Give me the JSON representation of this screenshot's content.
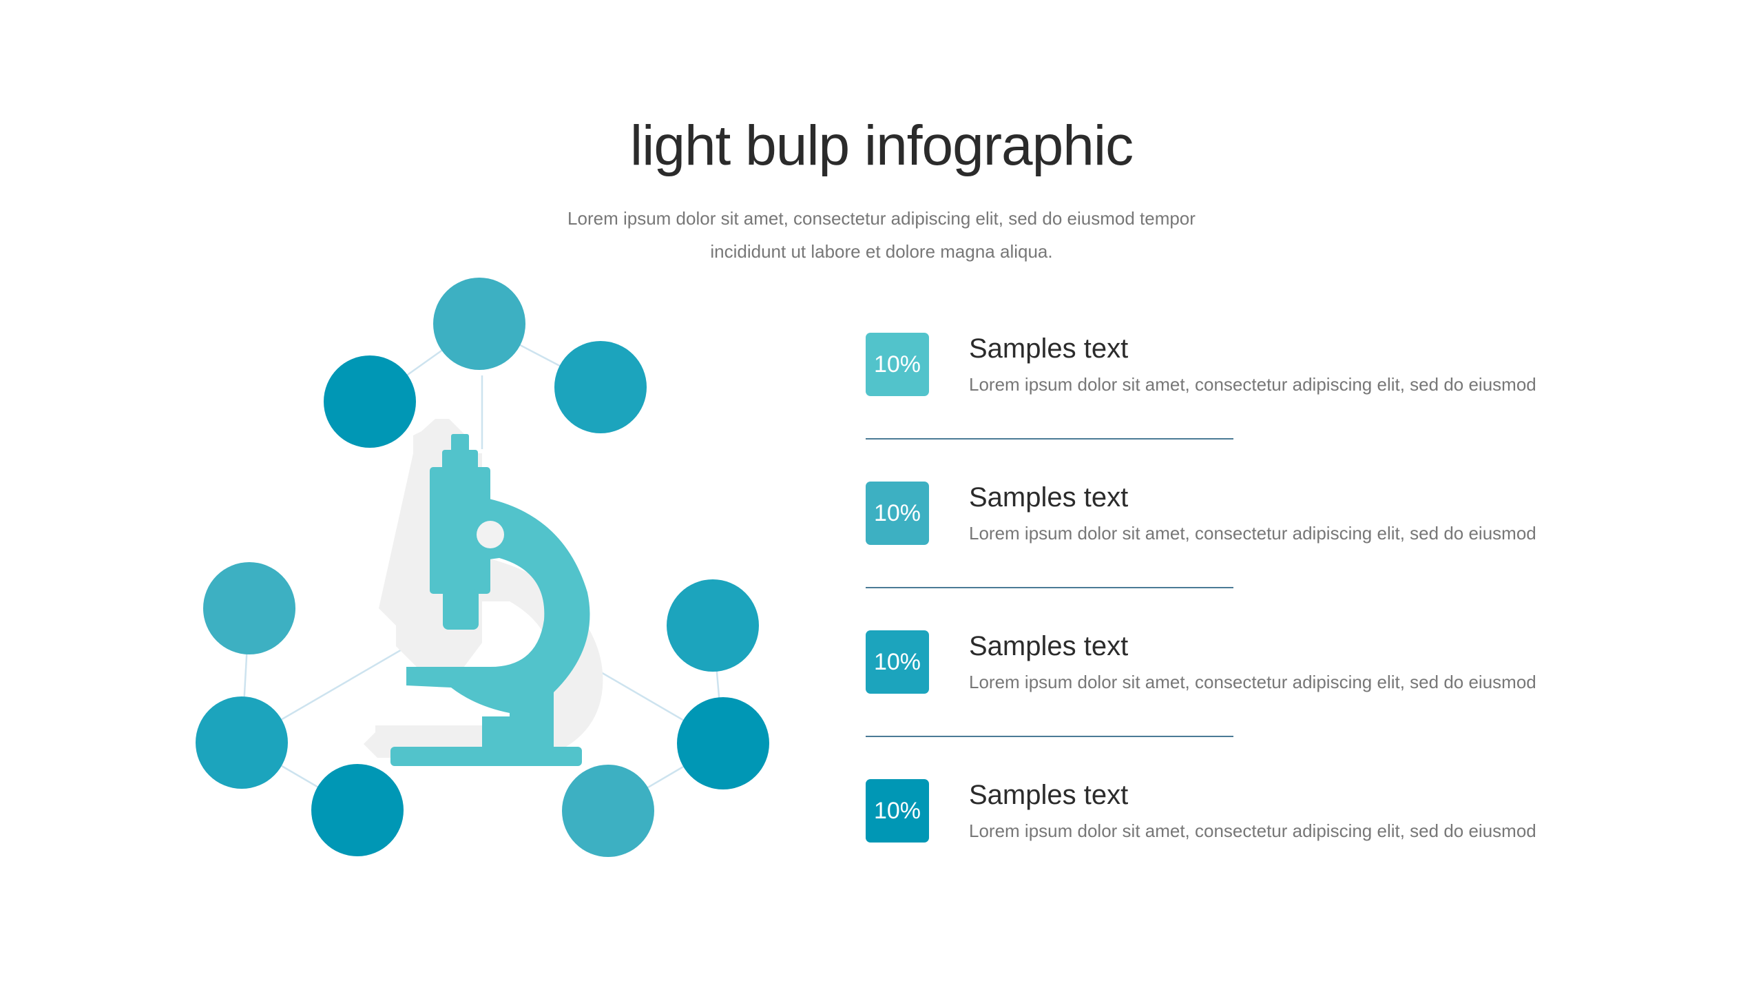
{
  "header": {
    "title": "light bulp infographic",
    "subtitle_line1": "Lorem ipsum dolor sit amet, consectetur adipiscing elit, sed do eiusmod tempor",
    "subtitle_line2": "incididunt ut labore et dolore magna aliqua."
  },
  "colors": {
    "c1": "#52c3cb",
    "c2": "#3db0c2",
    "c3": "#1ca4bd",
    "c4": "#0097b5",
    "line": "#cde3ef",
    "shadow": "#f0f0f0",
    "microscope": "#52c3cb"
  },
  "items": [
    {
      "percent": "10%",
      "heading": "Samples text",
      "text": "Lorem ipsum dolor sit amet, consectetur adipiscing elit, sed do eiusmod",
      "color": "#52c3cb"
    },
    {
      "percent": "10%",
      "heading": "Samples text",
      "text": "Lorem ipsum dolor sit amet, consectetur adipiscing elit, sed do eiusmod",
      "color": "#3db0c2"
    },
    {
      "percent": "10%",
      "heading": "Samples text",
      "text": "Lorem ipsum dolor sit amet, consectetur adipiscing elit, sed do eiusmod",
      "color": "#1ca4bd"
    },
    {
      "percent": "10%",
      "heading": "Samples text",
      "text": "Lorem ipsum dolor sit amet, consectetur adipiscing elit, sed do eiusmod",
      "color": "#0097b5"
    }
  ]
}
